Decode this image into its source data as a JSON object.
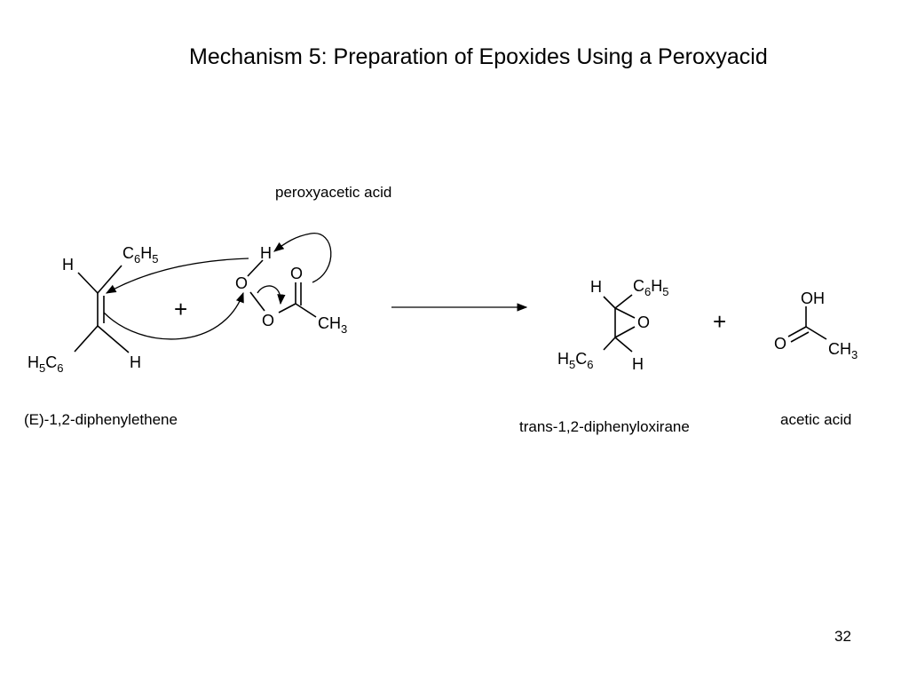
{
  "slide": {
    "title": "Mechanism 5:  Preparation of Epoxides Using a Peroxyacid",
    "page_number": "32"
  },
  "labels": {
    "peroxyacetic_acid": "peroxyacetic acid",
    "alkene_name": "(E)-1,2-diphenylethene",
    "epoxide_name": "trans-1,2-diphenyloxirane",
    "acetic_acid": "acetic acid"
  },
  "atoms": {
    "H": "H",
    "O": "O",
    "OH": "OH",
    "C": "C",
    "sub_6": "6",
    "sub_5": "5",
    "sub_3": "3"
  },
  "symbols": {
    "plus": "+"
  }
}
